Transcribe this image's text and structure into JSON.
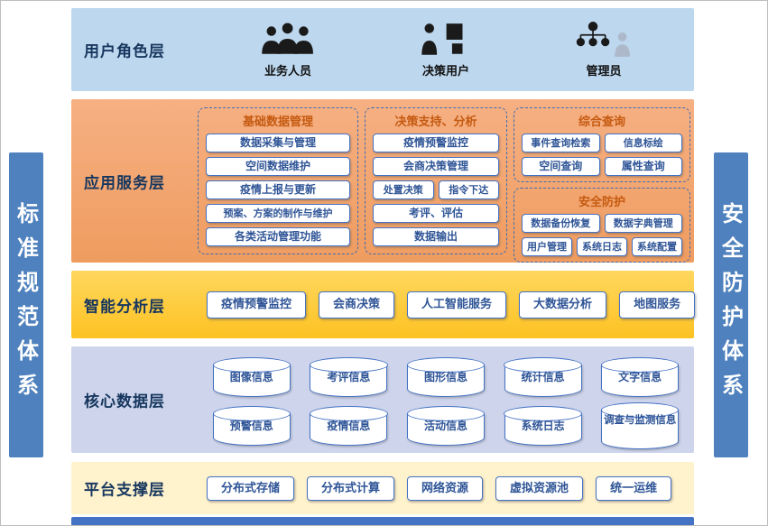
{
  "colors": {
    "user_role_band": "#BDD7EE",
    "app_service_band": "#F2A46F",
    "analysis_band": "#FFC83D",
    "core_data_band": "#CDD4EC",
    "platform_band": "#FFF3CD",
    "side_bar": "#4E81BD",
    "bottom_bar": "#4472C4",
    "chip_border": "#4472C4",
    "chip_text": "#2F5597",
    "group_title": "#C55A11",
    "layer_title": "#17375E"
  },
  "sidebar_left": {
    "label": "标准规范体系"
  },
  "sidebar_right": {
    "label": "安全防护体系"
  },
  "layers": {
    "user_role": {
      "title": "用户角色层",
      "roles": [
        {
          "icon": "business-users-icon",
          "label": "业务人员"
        },
        {
          "icon": "decision-users-icon",
          "label": "决策用户"
        },
        {
          "icon": "admin-icon",
          "label": "管理员"
        }
      ]
    },
    "app_service": {
      "title": "应用服务层",
      "groups": [
        {
          "title": "基础数据管理",
          "rows": [
            [
              "数据采集与管理"
            ],
            [
              "空间数据维护"
            ],
            [
              "疫情上报与更新"
            ],
            [
              "预案、方案的制作与维护"
            ],
            [
              "各类活动管理功能"
            ]
          ]
        },
        {
          "title": "决策支持、分析",
          "rows": [
            [
              "疫情预警监控"
            ],
            [
              "会商决策管理"
            ],
            [
              "处置决策",
              "指令下达"
            ],
            [
              "考评、评估"
            ],
            [
              "数据输出"
            ]
          ]
        },
        {
          "title": "综合查询",
          "rows": [
            [
              "事件查询检索",
              "信息标绘"
            ],
            [
              "空间查询",
              "属性查询"
            ]
          ]
        },
        {
          "title": "安全防护",
          "rows": [
            [
              "数据备份恢复",
              "数据字典管理"
            ],
            [
              "用户管理",
              "系统日志",
              "系统配置"
            ]
          ]
        }
      ]
    },
    "analysis": {
      "title": "智能分析层",
      "items": [
        "疫情预警监控",
        "会商决策",
        "人工智能服务",
        "大数据分析",
        "地图服务"
      ]
    },
    "core_data": {
      "title": "核心数据层",
      "rows": [
        [
          "图像信息",
          "考评信息",
          "图形信息",
          "统计信息",
          "文字信息"
        ],
        [
          "预警信息",
          "疫情信息",
          "活动信息",
          "系统日志",
          "调查与监测信息"
        ]
      ]
    },
    "platform": {
      "title": "平台支撑层",
      "items": [
        "分布式存储",
        "分布式计算",
        "网络资源",
        "虚拟资源池",
        "统一运维"
      ]
    }
  }
}
